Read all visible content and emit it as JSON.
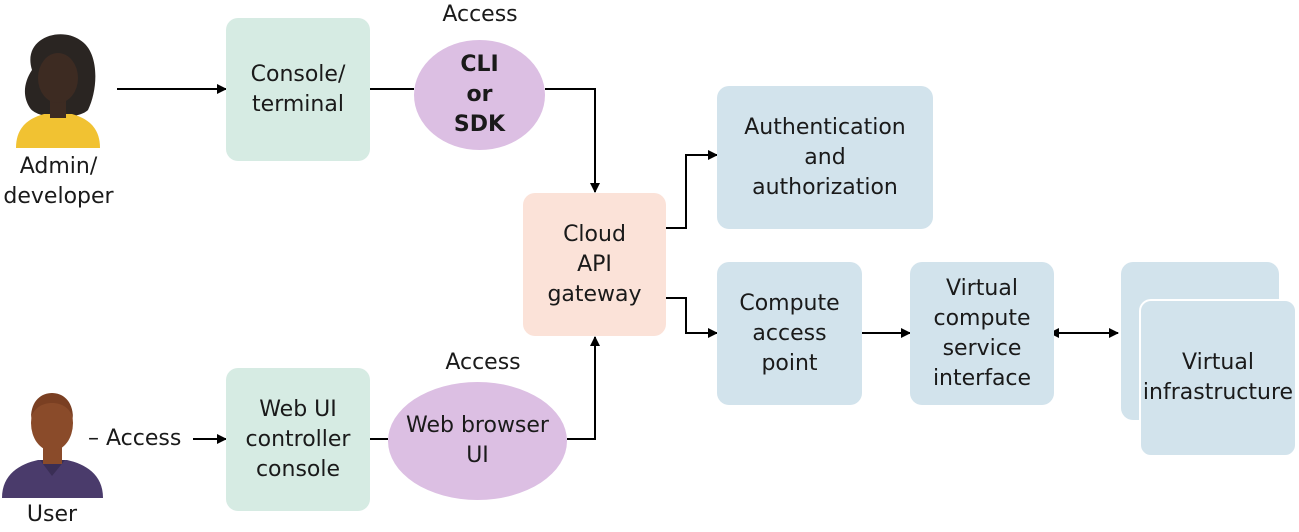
{
  "actors": {
    "admin_label": "Admin/\ndeveloper",
    "user_label": "User"
  },
  "boxes": {
    "console_terminal": "Console/\nterminal",
    "web_ui_console": "Web UI\ncontroller\nconsole",
    "cloud_api_gateway": "Cloud\nAPI\ngateway",
    "auth": "Authentication\nand\nauthorization",
    "compute_access_point": "Compute\naccess\npoint",
    "virtual_compute_service": "Virtual\ncompute\nservice\ninterface",
    "virtual_infrastructure": "Virtual\ninfrastructure"
  },
  "ovals": {
    "cli_sdk": "CLI\nor\nSDK",
    "web_browser_ui": "Web browser\nUI"
  },
  "labels": {
    "access_top": "Access",
    "access_middle": "Access",
    "user_access": "– Access"
  },
  "colors": {
    "client_box": "#d6ebe3",
    "service_box": "#d2e3ec",
    "gateway_box": "#fbe2d8",
    "oval": "#dcbfe3"
  }
}
